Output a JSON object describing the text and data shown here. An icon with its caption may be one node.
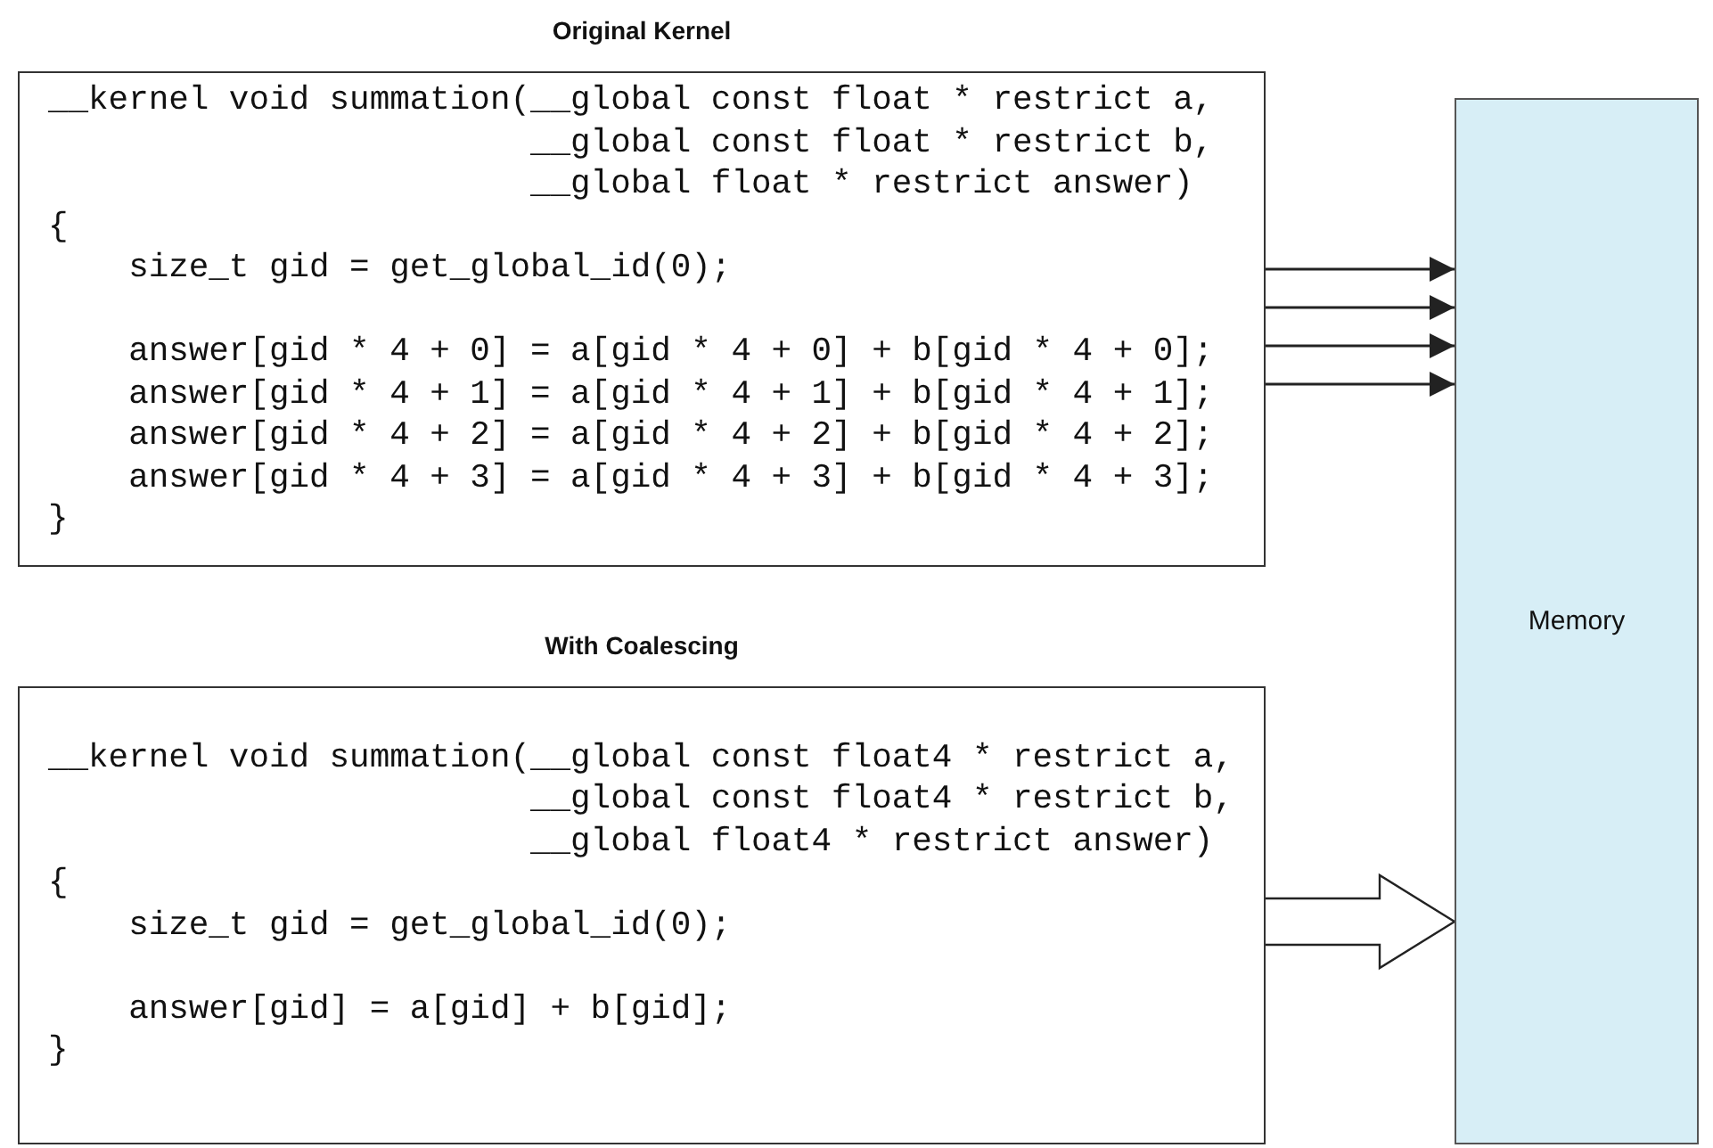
{
  "diagram": {
    "nodes": [
      {
        "text": [
          "Original Kernel",
          "__kernel void summation(__global const float * restrict a,",
          "                        __global const float * restrict b,",
          "                        __global float * restrict answer)",
          "{",
          "    size_t gid = get_global_id(0);",
          "    answer[gid * 4 + 0] = a[gid * 4 + 0] + b[gid * 4 + 0];",
          "    answer[gid * 4 + 1] = a[gid * 4 + 1] + b[gid * 4 + 1];",
          "    answer[gid * 4 + 2] = a[gid * 4 + 2] + b[gid * 4 + 2];",
          "    answer[gid * 4 + 3] = a[gid * 4 + 3] + b[gid * 4 + 3];",
          "}"
        ]
      },
      {
        "text": [
          "With Coalescing",
          "__kernel void summation(__global const float4 * restrict a,",
          "                        __global const float4 * restrict b,",
          "                        __global float4 * restrict answer)",
          "{",
          "    size_t gid = get_global_id(0);",
          "    answer[gid] = a[gid] + b[gid];",
          "}"
        ]
      },
      {
        "text": [
          "Memory"
        ]
      }
    ],
    "edges": [
      {
        "from": 0,
        "to": 2,
        "arrow": "to"
      },
      {
        "from": 0,
        "to": 2,
        "arrow": "to"
      },
      {
        "from": 0,
        "to": 2,
        "arrow": "to"
      },
      {
        "from": 0,
        "to": 2,
        "arrow": "to"
      },
      {
        "from": 1,
        "to": 2,
        "arrow": "to",
        "style": "thick"
      }
    ]
  }
}
